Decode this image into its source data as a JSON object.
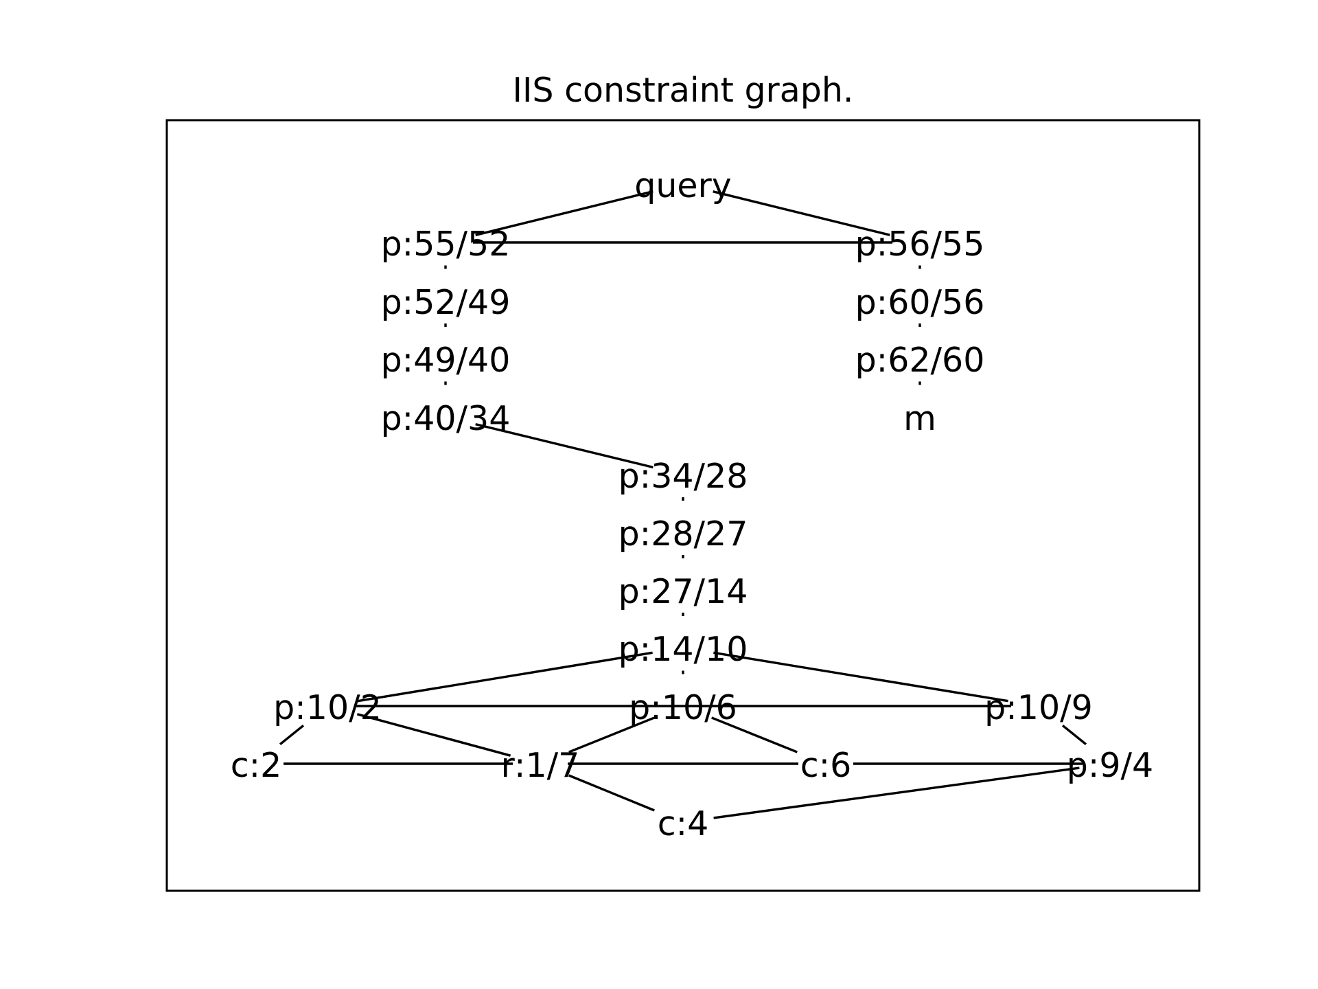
{
  "title": "IIS constraint graph.",
  "colors": {
    "line": "#000000",
    "background": "#ffffff"
  },
  "nodes": [
    {
      "id": "query",
      "label": "query"
    },
    {
      "id": "p55_52",
      "label": "p:55/52"
    },
    {
      "id": "p56_55",
      "label": "p:56/55"
    },
    {
      "id": "p52_49",
      "label": "p:52/49"
    },
    {
      "id": "p60_56",
      "label": "p:60/56"
    },
    {
      "id": "p49_40",
      "label": "p:49/40"
    },
    {
      "id": "p62_60",
      "label": "p:62/60"
    },
    {
      "id": "p40_34",
      "label": "p:40/34"
    },
    {
      "id": "m",
      "label": "m"
    },
    {
      "id": "p34_28",
      "label": "p:34/28"
    },
    {
      "id": "p28_27",
      "label": "p:28/27"
    },
    {
      "id": "p27_14",
      "label": "p:27/14"
    },
    {
      "id": "p14_10",
      "label": "p:14/10"
    },
    {
      "id": "p10_2",
      "label": "p:10/2"
    },
    {
      "id": "p10_6",
      "label": "p:10/6"
    },
    {
      "id": "p10_9",
      "label": "p:10/9"
    },
    {
      "id": "c2",
      "label": "c:2"
    },
    {
      "id": "r1_7",
      "label": "r:1/7"
    },
    {
      "id": "c6",
      "label": "c:6"
    },
    {
      "id": "p9_4",
      "label": "p:9/4"
    },
    {
      "id": "c4",
      "label": "c:4"
    }
  ],
  "edges": [
    {
      "from": "query",
      "to": "p55_52",
      "style": "solid"
    },
    {
      "from": "query",
      "to": "p56_55",
      "style": "solid"
    },
    {
      "from": "p55_52",
      "to": "p56_55",
      "style": "solid"
    },
    {
      "from": "p55_52",
      "to": "p52_49",
      "style": "dotted"
    },
    {
      "from": "p52_49",
      "to": "p49_40",
      "style": "dotted"
    },
    {
      "from": "p49_40",
      "to": "p40_34",
      "style": "dotted"
    },
    {
      "from": "p56_55",
      "to": "p60_56",
      "style": "dotted"
    },
    {
      "from": "p60_56",
      "to": "p62_60",
      "style": "dotted"
    },
    {
      "from": "p62_60",
      "to": "m",
      "style": "dotted"
    },
    {
      "from": "p40_34",
      "to": "p34_28",
      "style": "solid"
    },
    {
      "from": "p34_28",
      "to": "p28_27",
      "style": "dotted"
    },
    {
      "from": "p28_27",
      "to": "p27_14",
      "style": "dotted"
    },
    {
      "from": "p27_14",
      "to": "p14_10",
      "style": "dotted"
    },
    {
      "from": "p14_10",
      "to": "p10_2",
      "style": "solid"
    },
    {
      "from": "p14_10",
      "to": "p10_9",
      "style": "solid"
    },
    {
      "from": "p14_10",
      "to": "p10_6",
      "style": "dotted"
    },
    {
      "from": "p10_2",
      "to": "p10_9",
      "style": "solid"
    },
    {
      "from": "p10_2",
      "to": "c2",
      "style": "solid"
    },
    {
      "from": "p10_2",
      "to": "r1_7",
      "style": "solid"
    },
    {
      "from": "p10_6",
      "to": "r1_7",
      "style": "solid"
    },
    {
      "from": "p10_6",
      "to": "c6",
      "style": "solid"
    },
    {
      "from": "p10_9",
      "to": "p9_4",
      "style": "solid"
    },
    {
      "from": "c2",
      "to": "r1_7",
      "style": "solid"
    },
    {
      "from": "r1_7",
      "to": "c6",
      "style": "solid"
    },
    {
      "from": "c6",
      "to": "p9_4",
      "style": "solid"
    },
    {
      "from": "r1_7",
      "to": "c4",
      "style": "solid"
    },
    {
      "from": "c4",
      "to": "p9_4",
      "style": "solid"
    }
  ]
}
